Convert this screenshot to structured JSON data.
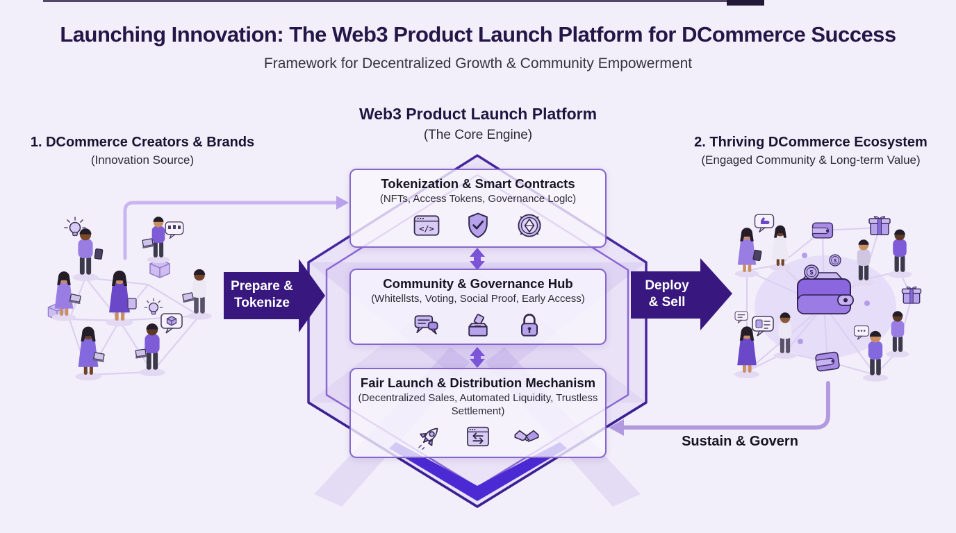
{
  "page": {
    "title": "Launching Innovation: The Web3 Product Launch Platform for DCommerce Success",
    "subtitle": "Framework for Decentralized Growth & Community Empowerment"
  },
  "left_group": {
    "title": "1. DCommerce Creators & Brands",
    "subtitle": "(Innovation Source)"
  },
  "right_group": {
    "title": "2. Thriving DCommerce Ecosystem",
    "subtitle": "(Engaged Community & Long-term Value)"
  },
  "core": {
    "title": "Web3 Product Launch Platform",
    "subtitle": "(The Core Engine)",
    "layers": [
      {
        "title": "Tokenization & Smart Contracts",
        "subtitle": "(NFTs, Access Tokens, Governance Loglc)",
        "icons": [
          "code-window-icon",
          "shield-check-icon",
          "eth-token-icon"
        ]
      },
      {
        "title": "Community & Governance Hub",
        "subtitle": "(Whitellsts, Voting, Social Proof, Early Access)",
        "icons": [
          "chat-bubbles-icon",
          "ballot-box-icon",
          "padlock-icon"
        ]
      },
      {
        "title": "Fair Launch & Distribution Mechanism",
        "subtitle": "(Decentralized Sales, Automated Liquidity, Trustless Settlement)",
        "icons": [
          "rocket-icon",
          "swap-window-icon",
          "handshake-icon"
        ]
      }
    ]
  },
  "flows": {
    "prepare_line1": "Prepare &",
    "prepare_line2": "Tokenize",
    "deploy_line1": "Deploy",
    "deploy_line2": "& Sell",
    "sustain": "Sustain & Govern"
  },
  "icons": {
    "code_glyph": "</>",
    "dollar_glyph": "$"
  },
  "colors": {
    "background": "#f3effa",
    "title_text": "#241647",
    "hex_border": "#46279f",
    "hex_band": "#4b2ad3",
    "box_border": "#8566cc",
    "double_arrow": "#7b54d8",
    "block_arrow": "#38187e",
    "light_connector": "#c9b6ef",
    "sustain_arrow": "#b29ade"
  }
}
